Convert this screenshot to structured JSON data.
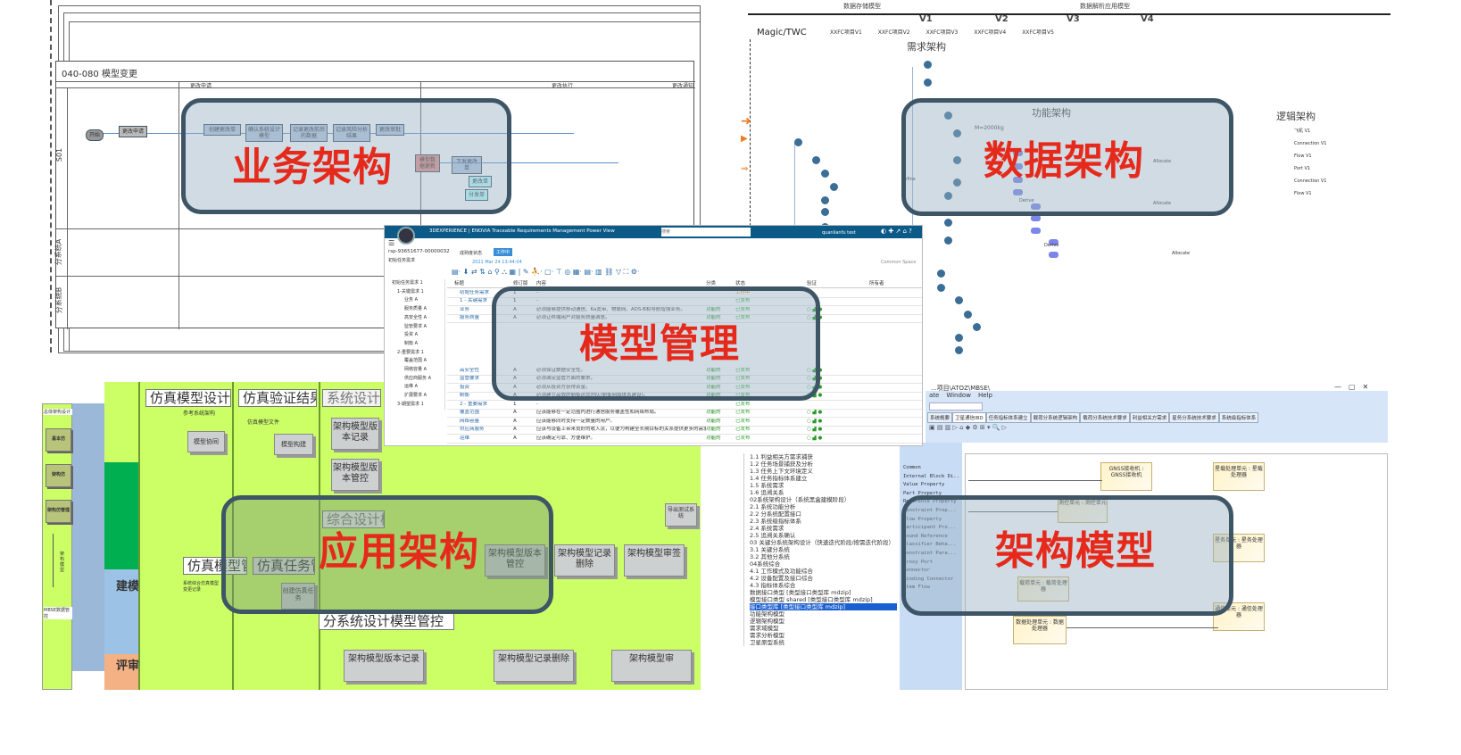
{
  "business": {
    "title": "040-080 模型变更",
    "columns": [
      "更改申请",
      "更改执行",
      "更改通知"
    ],
    "lanes": [
      "S01",
      "分系统A",
      "分系统B"
    ],
    "nodes": [
      "开始",
      "更改申请",
      "创建更改单",
      "确认系统设计模型",
      "记录更改前后的数据",
      "记录风险分析结果",
      "更改审批",
      "模型数据更新",
      "下发更改单",
      "更改单",
      "分发单"
    ],
    "overlay_label": "业务架构"
  },
  "data_arch": {
    "header_left": "数据存储模型",
    "header_right": "数据解析应用模型",
    "versions": [
      "V1",
      "V2",
      "V3",
      "V4"
    ],
    "source": "Magic/TWC",
    "files": [
      "XXFC项目V1",
      "XXFC项目V2",
      "XXFC项目V3",
      "XXFC项目V4",
      "XXFC项目V5"
    ],
    "section_req": "需求架构",
    "section_func": "功能架构",
    "section_logic": "逻辑架构",
    "mass": "M=2000kg",
    "links": [
      "Refine",
      "Refine",
      "Refine",
      "Derive",
      "Derive",
      "Allocate",
      "Allocate",
      "Allocate"
    ],
    "logic_items": [
      "飞机 V1",
      "Connection V1",
      "Flow V1",
      "Port V1",
      "Connection V1",
      "Flow V1"
    ],
    "overlay_label": "数据架构"
  },
  "model_mgmt": {
    "app_title": "3DEXPERIENCE | ENOVIA  Traceable Requirements Management Power View",
    "search_placeholder": "搜索",
    "user": "quanlianfu test",
    "doc_id": "rsp-93651677-00000032",
    "doc_name": "初始任务需求",
    "status_label": "成熟度状态",
    "status_btn": "工作中",
    "modified": "2021 Mar 24 13:44:04",
    "space": "Common Space",
    "columns": [
      "标题",
      "修订版",
      "内容",
      "分类",
      "状态",
      "验证",
      "所有者"
    ],
    "tree": [
      "初始任务需求 1",
      "1-关键需求 1",
      "业务 A",
      "服务质量 A",
      "高安全性 A",
      "监管要求 A",
      "投资 A",
      "制衡 A",
      "2-重要需求 1",
      "覆盖范围 A",
      "网络容量 A",
      "供应商服务 A",
      "运维 A",
      "扩展要求 A",
      "3-期望需求 1"
    ],
    "rows": [
      {
        "title": "初始任务需求",
        "rev": "1",
        "content": "-",
        "cat": "",
        "state": "工作中"
      },
      {
        "title": "1 - 关键需求",
        "rev": "1",
        "content": "-",
        "cat": "",
        "state": "已发布"
      },
      {
        "title": "业务",
        "rev": "A",
        "content": "必须能够提供移动通信、Ka宽带、物联网、ADS-B和导航增强业务。",
        "cat": "功能的",
        "state": "已发布"
      },
      {
        "title": "服务质量",
        "rev": "A",
        "content": "必须让终端用户对服务质量满意。",
        "cat": "功能的",
        "state": "已发布"
      },
      {
        "title": "高安全性",
        "rev": "A",
        "content": "必须保证数据安全性。",
        "cat": "功能的",
        "state": "已发布"
      },
      {
        "title": "监管要求",
        "rev": "A",
        "content": "必须满足监管方面的要求。",
        "cat": "功能的",
        "state": "已发布"
      },
      {
        "title": "投资",
        "rev": "A",
        "content": "必须从投资方获得资金。",
        "cat": "功能的",
        "state": "已发布"
      },
      {
        "title": "制衡",
        "rev": "A",
        "content": "必须建立高效的制衡运营团队(制衡网络体系建设)。",
        "cat": "功能的",
        "state": "已发布"
      },
      {
        "title": "2 - 重要需求",
        "rev": "1",
        "content": "-",
        "cat": "",
        "state": "已发布"
      },
      {
        "title": "覆盖范围",
        "rev": "A",
        "content": "应该能够在一定范围内进行通信服务覆盖性和网络布局。",
        "cat": "功能的",
        "state": "已发布"
      },
      {
        "title": "网络容量",
        "rev": "A",
        "content": "应该能够同时支持一定数量的用户。",
        "cat": "功能的",
        "state": "已发布"
      },
      {
        "title": "供应商服务",
        "rev": "A",
        "content": "应该与设备上带来良好的收入流，以便为构建全长期目标的关系提供更多的需求策略。",
        "cat": "功能的",
        "state": "已发布"
      },
      {
        "title": "运维",
        "rev": "A",
        "content": "应该确定可靠、方便维护。",
        "cat": "功能的",
        "state": "已发布"
      }
    ],
    "overlay_label": "模型管理"
  },
  "app_arch": {
    "titles": [
      "仿真模型设计协同",
      "仿真验证结果归档",
      "系统设计模型",
      "综合设计模型",
      "仿真模型管理",
      "仿真任务管理",
      "分系统设计模型管控"
    ],
    "side_labels": [
      "总体架构设计",
      "基本仿",
      "架构仿",
      "架构仿管理",
      "MBSE数据管控",
      "架构模型",
      "建模",
      "评审"
    ],
    "notes": [
      "参考系统架构",
      "仿真模型文件",
      "系统综合仿真模型变更记录"
    ],
    "boxes": [
      "模型协同",
      "模型构建",
      "架构模型版本记录",
      "架构模型版本管控",
      "创建仿真任务",
      "模型版本管控",
      "架构模型版本管控",
      "架构模型记录删除",
      "架构模型审签",
      "导出测试系统",
      "架构模型版本记录",
      "架构模型记录删除",
      "架构模型审"
    ],
    "overlay_label": "应用架构"
  },
  "arch_model": {
    "window_title": "...项目\\ATOZ\\MBSE\\",
    "menu": [
      "ate",
      "Window",
      "Help"
    ],
    "tabs": [
      "系统概要",
      "卫星通信IBD",
      "任务指标体系建立",
      "载荷分系统逻辑架构",
      "载荷分系统技术要求",
      "利益相关方需求",
      "星务分系统技术要求",
      "系统级指标体系"
    ],
    "tree": [
      "1.1 利益相关方需求捕获",
      "1.2 任务场景捕获及分析",
      "1.3 任务上下文环境定义",
      "1.4 任务指标体系建立",
      "1.5 系统需求",
      "1.6 追溯关系",
      "02系统架构设计（系统黑盒建模阶段）",
      "2.1 系统功能分析",
      "2.2 分系统配置接口",
      "2.3 系统级指标体系",
      "2.4 系统需求",
      "2.5 追溯关系确认",
      "03 关键分系统架构设计（快速迭代阶段/按需迭代阶段）",
      "3.1 关键分系统",
      "3.2 其他分系统",
      "04系统综合",
      "4.1 工作模式及功能综合",
      "4.2 设备配置及接口综合",
      "4.3 指标体系综合",
      "数据接口类型 [类型接口类型库 mdzip]",
      "模型接口类型 shared [类型接口类型库 mdzip]",
      "接口类型库 [类型接口类型库 mdzip]",
      "功能架构模型",
      "逻辑架构模型",
      "需求域模型",
      "需求分析模型",
      "卫星原型系统"
    ],
    "palette": [
      "Common",
      "Internal Block Di...",
      "Value Property",
      "Part Property",
      "Reference Property",
      "Constraint Prop...",
      "Flow Property",
      "Participant Pro...",
      "Bound Reference",
      "Classifier Beha...",
      "Constraint Para...",
      "Proxy Port",
      "Connector",
      "Binding Connector",
      "Item Flow"
    ],
    "blocks": [
      "GNSS接收机 : GNSS接收机",
      "星载处理单元 : 星载处理器",
      "测控单元 : 测控单元",
      "星务单元 : 星务处理器",
      "载荷单元 : 载荷处理器",
      "数据处理单元 : 数据处理器",
      "通信单元 : 通信处理器"
    ],
    "overlay_label": "架构模型"
  }
}
